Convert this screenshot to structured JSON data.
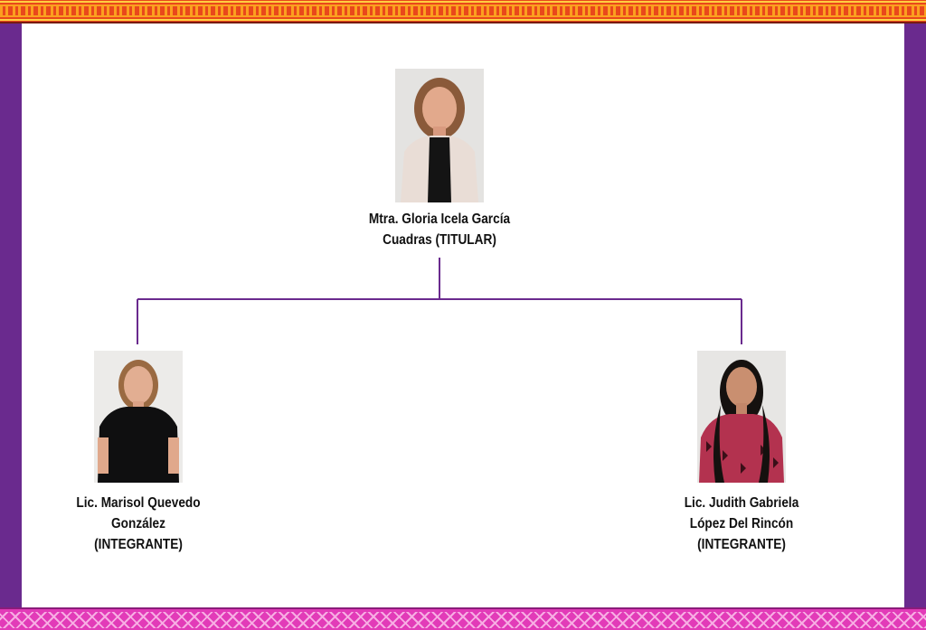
{
  "org_chart": {
    "titular": {
      "name_line1": "Mtra. Gloria Icela García",
      "name_line2": "Cuadras (TITULAR)"
    },
    "members": [
      {
        "name_line1": "Lic. Marisol Quevedo",
        "name_line2": "González",
        "name_line3": "(INTEGRANTE)"
      },
      {
        "name_line1": "Lic. Judith Gabriela",
        "name_line2": "López Del Rincón",
        "name_line3": "(INTEGRANTE)"
      }
    ]
  },
  "colors": {
    "frame": "#6a2a8e",
    "connector": "#6a2a8e",
    "top_band": "#e9481b",
    "bottom_band": "#e23bb8"
  }
}
